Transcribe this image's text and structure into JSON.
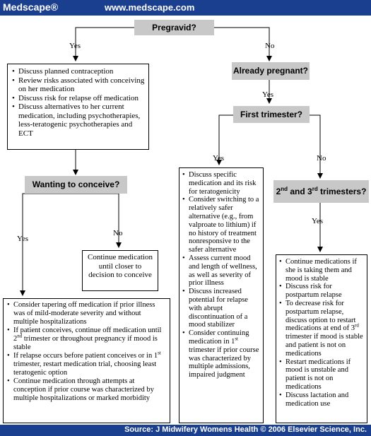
{
  "header": {
    "brand": "Medscape®",
    "url": "www.medscape.com"
  },
  "footer": {
    "source": "Source: J Midwifery Womens Health © 2006 Elsevier Science, Inc."
  },
  "nodes": {
    "pregravid": "Pregravid?",
    "already_pregnant": "Already pregnant?",
    "first_trimester": "First trimester?",
    "wanting_to_conceive": "Wanting to conceive?",
    "second_third_pre1": "2",
    "second_third_sup1": "nd",
    "second_third_mid": " and 3",
    "second_third_sup2": "rd",
    "second_third_post": " trimesters?",
    "continue_medication": "Continue medication until closer to decision to conceive"
  },
  "edge_labels": {
    "yes": "Yes",
    "no": "No"
  },
  "lists": {
    "pregravid_yes": [
      "Discuss planned contraception",
      "Review risks associated with conceiving on her medication",
      "Discuss risk for relapse off medication",
      "Discuss alternatives to her current medication, including psychotherapies, less-teratogenic psychotherapies  and ECT"
    ],
    "first_trimester_yes": [
      "Discuss specific medication and its risk for teratogenicity",
      "Consider switching to a relatively safer alternative (e.g., from valproate to lithium) if no history of treatment nonresponsive to the safer alternative",
      "Assess current mood and length of wellness, as well as severity of prior illness",
      "Discuss increased potential for relapse with abrupt discontinuation of a mood stabilizer"
    ],
    "first_trimester_yes_last": {
      "a": "Consider continuing medication in 1",
      "sup": "st",
      "b": " trimester if prior course was characterized by multiple admissions, impaired judgment"
    },
    "conceive_yes_1": "Consider tapering off medication if prior illness was of mild-moderate severity and without multiple hospitalizations",
    "conceive_yes_2": {
      "a": "If patient conceives, continue off medication until 2",
      "sup": "nd",
      "b": " trimester or throughout pregnancy if mood is stable"
    },
    "conceive_yes_3": {
      "a": "If relapse occurs before patient conceives or in 1",
      "sup": "st",
      "b": " trimester, restart medication trial, choosing least teratogenic option"
    },
    "conceive_yes_4": "Continue medication through attempts at conception if prior course was characterized by multiple hospitalizations or marked morbidity",
    "later_yes_1": "Continue medications if she is taking them and mood is stable",
    "later_yes_2": "Discuss risk for postpartum relapse",
    "later_yes_3": {
      "a": "To decrease risk for postpartum relapse, discuss option to restart medications at end of 3",
      "sup": "rd",
      "b": " trimester if mood is stable and patient is not on medications"
    },
    "later_yes_4": "Restart medications if mood is unstable and patient is not on medications",
    "later_yes_5": "Discuss lactation and medication use"
  }
}
